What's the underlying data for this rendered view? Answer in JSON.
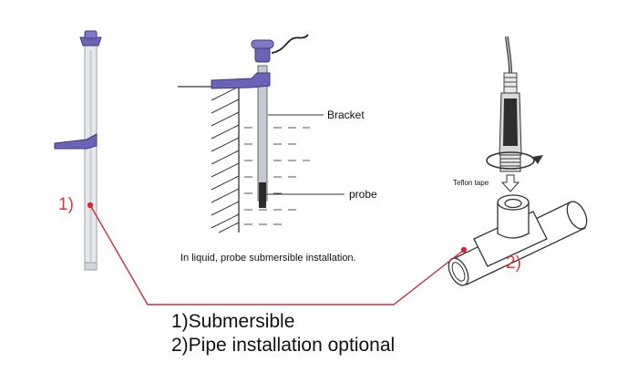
{
  "labels": {
    "marker_1": "1)",
    "marker_2": "2)",
    "bracket": "Bracket",
    "probe": "probe",
    "teflon_tape": "Teflon tape",
    "liquid_caption": "In liquid, probe submersible installation."
  },
  "captions": [
    "1)Submersible",
    "2)Pipe installation optional"
  ],
  "colors": {
    "leader_line": "#c8313a",
    "bracket_blue": "#6b63b5",
    "pipe_fill": "#e6e8ec",
    "outline": "#333333"
  },
  "icons": {
    "probe_pole": "submersible-pole-icon",
    "tank_install": "tank-wall-icon",
    "pipe_install": "pipe-tee-fitting-icon"
  }
}
